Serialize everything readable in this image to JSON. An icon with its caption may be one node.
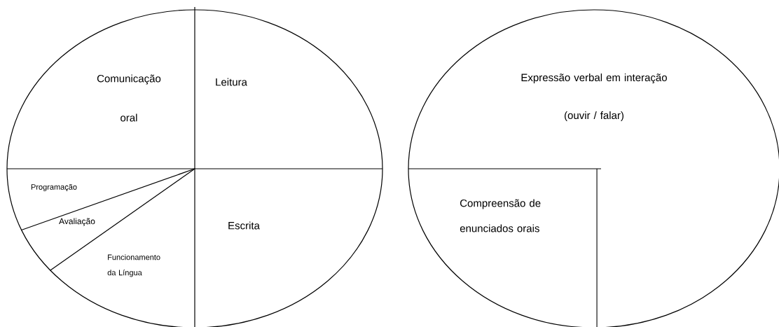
{
  "diagram": {
    "nodes": [
      {
        "text": [],
        "shape": "circle"
      },
      {
        "text": [
          "Comunicação oral"
        ],
        "in": 0
      },
      {
        "text": [
          "Leitura"
        ],
        "in": 0
      },
      {
        "text": [
          "Programação"
        ],
        "in": 0
      },
      {
        "text": [
          "Avaliação"
        ],
        "in": 0
      },
      {
        "text": [
          "Funcionamento da Língua"
        ],
        "in": 0
      },
      {
        "text": [
          "Escrita"
        ],
        "in": 0
      },
      {
        "text": [],
        "shape": "circle"
      },
      {
        "text": [
          "Expressão verbal em interação",
          "(ouvir / falar)"
        ],
        "in": 7
      },
      {
        "text": [
          "Compreensão de enunciados orais"
        ],
        "in": 7
      }
    ]
  }
}
